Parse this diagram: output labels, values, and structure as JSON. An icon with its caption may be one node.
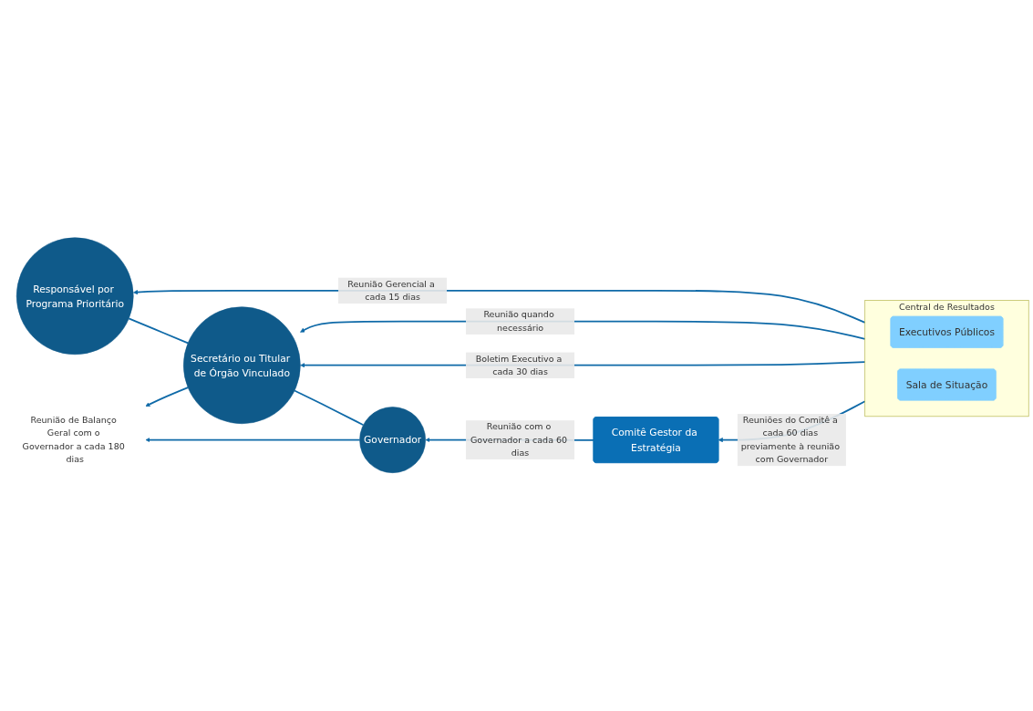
{
  "diagram": {
    "nodes": [
      {
        "text": [
          "Governador"
        ]
      },
      {
        "text": [
          "Secretário ou Titular de Órgão Vinculado"
        ]
      },
      {
        "text": [
          "Responsável por Programa Prioritário"
        ]
      },
      {
        "text": [
          "Comitê Gestor da Estratégia"
        ]
      },
      {
        "text": [
          "Central de Resultados"
        ]
      },
      {
        "text": [
          "Executivos Públicos"
        ],
        "in": 4
      },
      {
        "text": [
          "Sala de Situação"
        ],
        "in": 4
      },
      {
        "text": [
          "Reunião de Balanço Geral com o Governador a cada 180 dias"
        ]
      }
    ],
    "edges": [
      {
        "from": 0,
        "to": 1,
        "arrow": "none"
      },
      {
        "from": 1,
        "to": 2,
        "arrow": "none"
      },
      {
        "from": 3,
        "to": 0,
        "arrow": "to",
        "label": "Reunião com o Governador a cada 60 dias"
      },
      {
        "from": 0,
        "to": 7,
        "arrow": "to"
      },
      {
        "from": 1,
        "to": 7,
        "arrow": "to"
      },
      {
        "from": 4,
        "to": 1,
        "arrow": "to",
        "label": "Boletim Executivo a cada 30 dias"
      },
      {
        "from": 4,
        "to": 1,
        "arrow": "to",
        "label": "Reunião quando necessário"
      },
      {
        "from": 4,
        "to": 2,
        "arrow": "to",
        "label": "Reunião Gerencial a cada 15 dias"
      },
      {
        "from": 4,
        "to": 3,
        "arrow": "to",
        "label": "Reuniões do Comitê a cada 60 dias previamente à reunião com Governador"
      }
    ]
  }
}
